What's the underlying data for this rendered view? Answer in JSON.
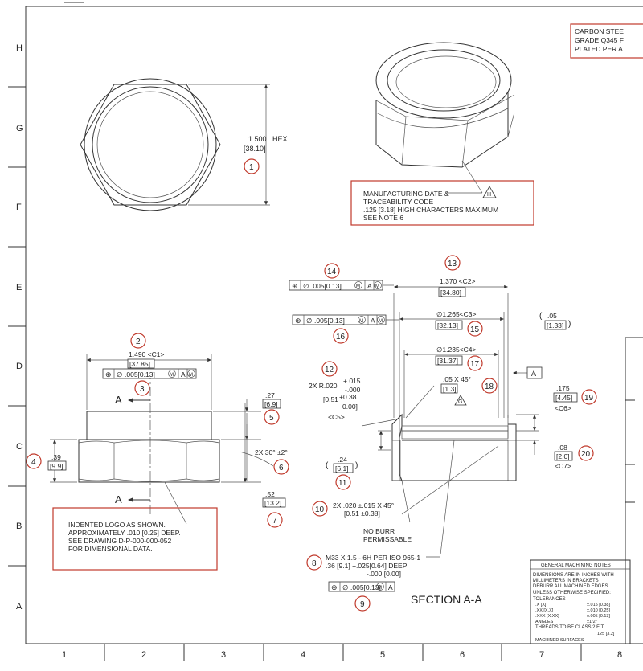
{
  "border": {
    "rows": [
      "H",
      "G",
      "F",
      "E",
      "D",
      "C",
      "B",
      "A"
    ],
    "cols": [
      "1",
      "2",
      "3",
      "4",
      "5",
      "6",
      "7",
      "8"
    ]
  },
  "material_note": [
    "CARBON STEE",
    "GRADE Q345 F",
    "PLATED PER A"
  ],
  "hex_dim": {
    "value": "1.500",
    "unit": "HEX",
    "mm": "[38.10]"
  },
  "mfg_note": {
    "lines": [
      "MANUFACTURING DATE &",
      "TRACEABILITY CODE",
      ".125 [3.18] HIGH CHARACTERS MAXIMUM",
      "SEE NOTE 6"
    ],
    "flag": "H"
  },
  "logo_note": {
    "lines": [
      "INDENTED LOGO AS SHOWN.",
      "APPROXIMATELY .010 [0.25] DEEP.",
      "SEE DRAWING D-P-000-000-052",
      "FOR DIMENSIONAL DATA."
    ]
  },
  "balloons": [
    "1",
    "2",
    "3",
    "4",
    "5",
    "6",
    "7",
    "8",
    "9",
    "10",
    "11",
    "12",
    "13",
    "14",
    "15",
    "16",
    "17",
    "18",
    "19",
    "20"
  ],
  "fcf": {
    "sym": "⊕",
    "dia": "∅",
    "tol": ".005[0.13]",
    "m": "M",
    "a": "A"
  },
  "dims": {
    "c1": "1.490  <C1>",
    "c1mm": "[37.85]",
    "d4": ".39",
    "d4mm": "[9.9]",
    "d5": ".27",
    "d5mm": "[6.9]",
    "d6": "2X 30° ±2°",
    "d7": ".52",
    "d7mm": "[13.2]",
    "section_a": "A",
    "c2": "1.370  <C2>",
    "c2mm": "[34.80]",
    "c3": "∅1.265<C3>",
    "c3mm": "[32.13]",
    "c4": "∅1.235<C4>",
    "c4mm": "[31.37]",
    "d05": ".05",
    "d05mm": "[1.33]",
    "r12a": "2X R.020",
    "r12b": "+.015",
    "r12c": "-.000",
    "r12d": "[0.51",
    "r12e": "+0.38",
    "r12f": "0.00]",
    "r12g": "<C5>",
    "d18a": ".05   X 45°",
    "d18b": "[1.3]",
    "d18flag": "G",
    "d19": ".175",
    "d19mm": "[4.45]",
    "d19c": "<C6>",
    "d20": ".08",
    "d20mm": "[2.0]",
    "d20c": "<C7>",
    "d11": ".24",
    "d11mm": "[6.1]",
    "d10a": "2X .020 ±.015 X 45°",
    "d10b": "[0.51 ±0.38]",
    "noburr1": "NO BURR",
    "noburr2": "PERMISSABLE",
    "th1": "M33 X 1.5 - 6H PER ISO 965-1",
    "th2": ".36 [9.1] +.025[0.64] DEEP",
    "th3": "-.000 [0.00]",
    "datum": "A",
    "section": "SECTION A-A"
  },
  "gen_notes": {
    "title": "GENERAL MACHINING NOTES",
    "lines": [
      "DIMENSIONS ARE IN INCHES WITH",
      "MILLIMETERS IN BRACKETS",
      "DEBURR ALL MACHINED EDGES",
      "UNLESS OTHERWISE SPECIFIED:",
      "TOLERANCES"
    ],
    "tol_rows": [
      [
        ".X [X]",
        "±.015 [0.38]"
      ],
      [
        ".XX [X.X]",
        "±.010 [0.25]"
      ],
      [
        ".XXX [X.XX]",
        "±.005 [0.13]"
      ],
      [
        "ANGLES",
        "±1/2°"
      ]
    ],
    "thread": "THREADS TO BE CLASS 2 FIT",
    "surface_val": "125 [3.2]",
    "surface": "MACHINED SURFACES"
  }
}
